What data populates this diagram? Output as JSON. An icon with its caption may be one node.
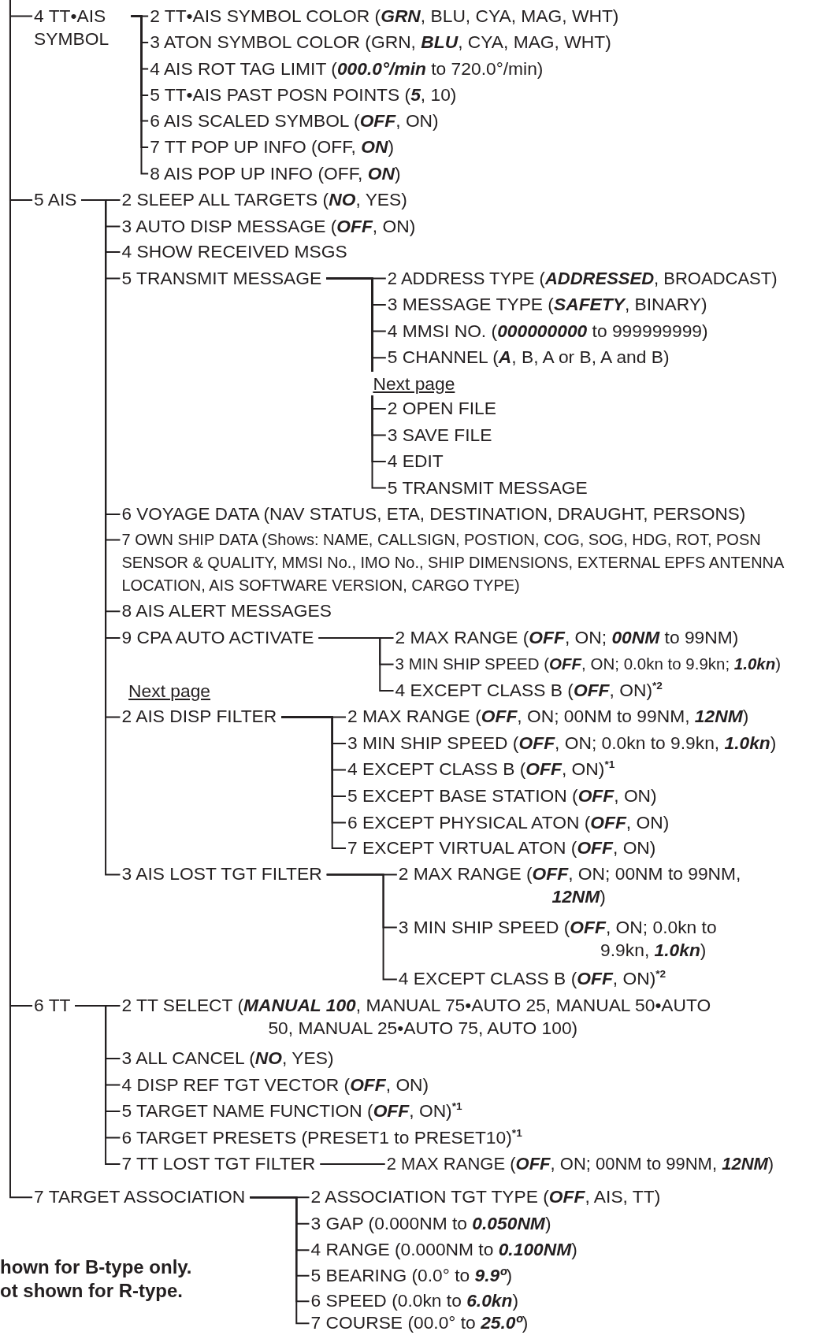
{
  "diagram": {
    "nodes": [
      {
        "text": [
          "4 TT•AIS SYMBOL"
        ]
      },
      {
        "text": [
          "2 TT•AIS SYMBOL COLOR (**GRN**, BLU, CYA, MAG, WHT)"
        ]
      },
      {
        "text": [
          "3 ATON SYMBOL COLOR (GRN, **BLU**, CYA, MAG, WHT)"
        ]
      },
      {
        "text": [
          "4 AIS ROT TAG LIMIT (**000.0°/min** to 720.0°/min)"
        ]
      },
      {
        "text": [
          "5 TT•AIS PAST POSN POINTS (**5**, 10)"
        ]
      },
      {
        "text": [
          "6 AIS SCALED SYMBOL (**OFF**, ON)"
        ]
      },
      {
        "text": [
          "7 TT POP UP INFO (OFF, **ON**)"
        ]
      },
      {
        "text": [
          "8 AIS POP UP INFO (OFF, **ON**)"
        ]
      },
      {
        "text": [
          "5 AIS"
        ]
      },
      {
        "text": [
          "2 SLEEP ALL TARGETS (**NO**, YES)"
        ]
      },
      {
        "text": [
          "3 AUTO DISP MESSAGE (**OFF**, ON)"
        ]
      },
      {
        "text": [
          "4 SHOW RECEIVED MSGS"
        ]
      },
      {
        "text": [
          "5 TRANSMIT MESSAGE"
        ]
      },
      {
        "text": [
          "2 ADDRESS TYPE (**ADDRESSED**, BROADCAST)"
        ]
      },
      {
        "text": [
          "3 MESSAGE TYPE (**SAFETY**, BINARY)"
        ]
      },
      {
        "text": [
          "4 MMSI NO. (**000000000** to 999999999)"
        ]
      },
      {
        "text": [
          "5 CHANNEL (**A**, B, A or B, A and B)"
        ]
      },
      {
        "text": [
          "2 OPEN FILE"
        ]
      },
      {
        "text": [
          "3 SAVE FILE"
        ]
      },
      {
        "text": [
          "4 EDIT"
        ]
      },
      {
        "text": [
          "5 TRANSMIT MESSAGE"
        ]
      },
      {
        "text": [
          "6 VOYAGE DATA (NAV STATUS, ETA, DESTINATION, DRAUGHT, PERSONS)"
        ]
      },
      {
        "text": [
          "7 OWN SHIP DATA (Shows: NAME, CALLSIGN, POSTION, COG, SOG, HDG, ROT, POSN SENSOR & QUALITY, MMSI No., IMO No., SHIP DIMENSIONS, EXTERNAL EPFS ANTENNA LOCATION, AIS SOFTWARE VERSION, CARGO TYPE)"
        ]
      },
      {
        "text": [
          "8 AIS ALERT MESSAGES"
        ]
      },
      {
        "text": [
          "9 CPA AUTO ACTIVATE"
        ]
      },
      {
        "text": [
          "2 MAX RANGE (**OFF**, ON; **00NM** to 99NM)"
        ]
      },
      {
        "text": [
          "3 MIN SHIP SPEED (**OFF**, ON; 0.0kn to 9.9kn; **1.0kn**)"
        ]
      },
      {
        "text": [
          "4 EXCEPT CLASS B (**OFF**, ON)$^{*2}$"
        ]
      },
      {
        "text": [
          "2 AIS DISP FILTER"
        ]
      },
      {
        "text": [
          "2 MAX RANGE (**OFF**, ON; 00NM to 99NM, **12NM**)"
        ]
      },
      {
        "text": [
          "3 MIN SHIP SPEED (**OFF**, ON; 0.0kn to 9.9kn, **1.0kn**)"
        ]
      },
      {
        "text": [
          "4 EXCEPT CLASS B (**OFF**, ON)$^{*1}$"
        ]
      },
      {
        "text": [
          "5 EXCEPT BASE STATION (**OFF**, ON)"
        ]
      },
      {
        "text": [
          "6 EXCEPT PHYSICAL ATON (**OFF**, ON)"
        ]
      },
      {
        "text": [
          "7 EXCEPT VIRTUAL ATON (**OFF**, ON)"
        ]
      },
      {
        "text": [
          "3 AIS LOST TGT FILTER"
        ]
      },
      {
        "text": [
          "2 MAX RANGE (**OFF**, ON; 00NM to 99NM, **12NM**)"
        ]
      },
      {
        "text": [
          "3 MIN SHIP SPEED (**OFF**, ON; 0.0kn to 9.9kn, **1.0kn**)"
        ]
      },
      {
        "text": [
          "4 EXCEPT CLASS B (**OFF**, ON)$^{*2}$"
        ]
      },
      {
        "text": [
          "6 TT"
        ]
      },
      {
        "text": [
          "2 TT SELECT (**MANUAL 100**, MANUAL 75•AUTO 25, MANUAL 50•AUTO 50, MANUAL 25•AUTO 75, AUTO 100)"
        ]
      },
      {
        "text": [
          "3 ALL CANCEL (**NO**, YES)"
        ]
      },
      {
        "text": [
          "4 DISP REF TGT VECTOR (**OFF**, ON)"
        ]
      },
      {
        "text": [
          "5 TARGET NAME FUNCTION (**OFF**, ON)$^{*1}$"
        ]
      },
      {
        "text": [
          "6 TARGET PRESETS (PRESET1 to PRESET10)$^{*1}$"
        ]
      },
      {
        "text": [
          "7 TT LOST TGT FILTER"
        ]
      },
      {
        "text": [
          "2 MAX RANGE (**OFF**, ON; 00NM to 99NM, **12NM**)"
        ]
      },
      {
        "text": [
          "7 TARGET ASSOCIATION"
        ]
      },
      {
        "text": [
          "2 ASSOCIATION TGT TYPE (**OFF**, AIS, TT)"
        ]
      },
      {
        "text": [
          "3 GAP (0.000NM to **0.050NM**)"
        ]
      },
      {
        "text": [
          "4 RANGE (0.000NM to **0.100NM**)"
        ]
      },
      {
        "text": [
          "5 BEARING (0.0° to **9.9º**)"
        ]
      },
      {
        "text": [
          "6 SPEED (0.0kn to **6.0kn**)"
        ]
      },
      {
        "text": [
          "7 COURSE (00.0° to **25.0º**)"
        ]
      }
    ],
    "edges": [
      {
        "from": null,
        "to": 0,
        "arrow": "none"
      },
      {
        "from": 0,
        "to": 1,
        "arrow": "none"
      },
      {
        "from": 0,
        "to": 2,
        "arrow": "none"
      },
      {
        "from": 0,
        "to": 3,
        "arrow": "none"
      },
      {
        "from": 0,
        "to": 4,
        "arrow": "none"
      },
      {
        "from": 0,
        "to": 5,
        "arrow": "none"
      },
      {
        "from": 0,
        "to": 6,
        "arrow": "none"
      },
      {
        "from": 0,
        "to": 7,
        "arrow": "none"
      },
      {
        "from": null,
        "to": 8,
        "arrow": "none"
      },
      {
        "from": 8,
        "to": 9,
        "arrow": "none"
      },
      {
        "from": 8,
        "to": 10,
        "arrow": "none"
      },
      {
        "from": 8,
        "to": 11,
        "arrow": "none"
      },
      {
        "from": 8,
        "to": 12,
        "arrow": "none"
      },
      {
        "from": 12,
        "to": 13,
        "arrow": "none"
      },
      {
        "from": 12,
        "to": 14,
        "arrow": "none"
      },
      {
        "from": 12,
        "to": 15,
        "arrow": "none"
      },
      {
        "from": 12,
        "to": 16,
        "arrow": "none"
      },
      {
        "from": 12,
        "to": 17,
        "arrow": "none"
      },
      {
        "from": 12,
        "to": 18,
        "arrow": "none"
      },
      {
        "from": 12,
        "to": 19,
        "arrow": "none"
      },
      {
        "from": 12,
        "to": 20,
        "arrow": "none"
      },
      {
        "from": 8,
        "to": 21,
        "arrow": "none"
      },
      {
        "from": 8,
        "to": 22,
        "arrow": "none"
      },
      {
        "from": 8,
        "to": 23,
        "arrow": "none"
      },
      {
        "from": 8,
        "to": 24,
        "arrow": "none"
      },
      {
        "from": 24,
        "to": 25,
        "arrow": "none"
      },
      {
        "from": 24,
        "to": 26,
        "arrow": "none"
      },
      {
        "from": 24,
        "to": 27,
        "arrow": "none"
      },
      {
        "from": 8,
        "to": 28,
        "arrow": "none"
      },
      {
        "from": 28,
        "to": 29,
        "arrow": "none"
      },
      {
        "from": 28,
        "to": 30,
        "arrow": "none"
      },
      {
        "from": 28,
        "to": 31,
        "arrow": "none"
      },
      {
        "from": 28,
        "to": 32,
        "arrow": "none"
      },
      {
        "from": 28,
        "to": 33,
        "arrow": "none"
      },
      {
        "from": 28,
        "to": 34,
        "arrow": "none"
      },
      {
        "from": 8,
        "to": 35,
        "arrow": "none"
      },
      {
        "from": 35,
        "to": 36,
        "arrow": "none"
      },
      {
        "from": 35,
        "to": 37,
        "arrow": "none"
      },
      {
        "from": 35,
        "to": 38,
        "arrow": "none"
      },
      {
        "from": null,
        "to": 39,
        "arrow": "none"
      },
      {
        "from": 39,
        "to": 40,
        "arrow": "none"
      },
      {
        "from": 39,
        "to": 41,
        "arrow": "none"
      },
      {
        "from": 39,
        "to": 42,
        "arrow": "none"
      },
      {
        "from": 39,
        "to": 43,
        "arrow": "none"
      },
      {
        "from": 39,
        "to": 44,
        "arrow": "none"
      },
      {
        "from": 39,
        "to": 45,
        "arrow": "none"
      },
      {
        "from": 45,
        "to": 46,
        "arrow": "none"
      },
      {
        "from": null,
        "to": 47,
        "arrow": "none"
      },
      {
        "from": 47,
        "to": 48,
        "arrow": "none"
      },
      {
        "from": 47,
        "to": 49,
        "arrow": "none"
      },
      {
        "from": 47,
        "to": 50,
        "arrow": "none"
      },
      {
        "from": 47,
        "to": 51,
        "arrow": "none"
      },
      {
        "from": 47,
        "to": 52,
        "arrow": "none"
      },
      {
        "from": 47,
        "to": 53,
        "arrow": "none"
      }
    ],
    "labels": [
      "Next page",
      "Next page",
      "hown for B-type only.",
      "ot shown for R-type."
    ]
  }
}
